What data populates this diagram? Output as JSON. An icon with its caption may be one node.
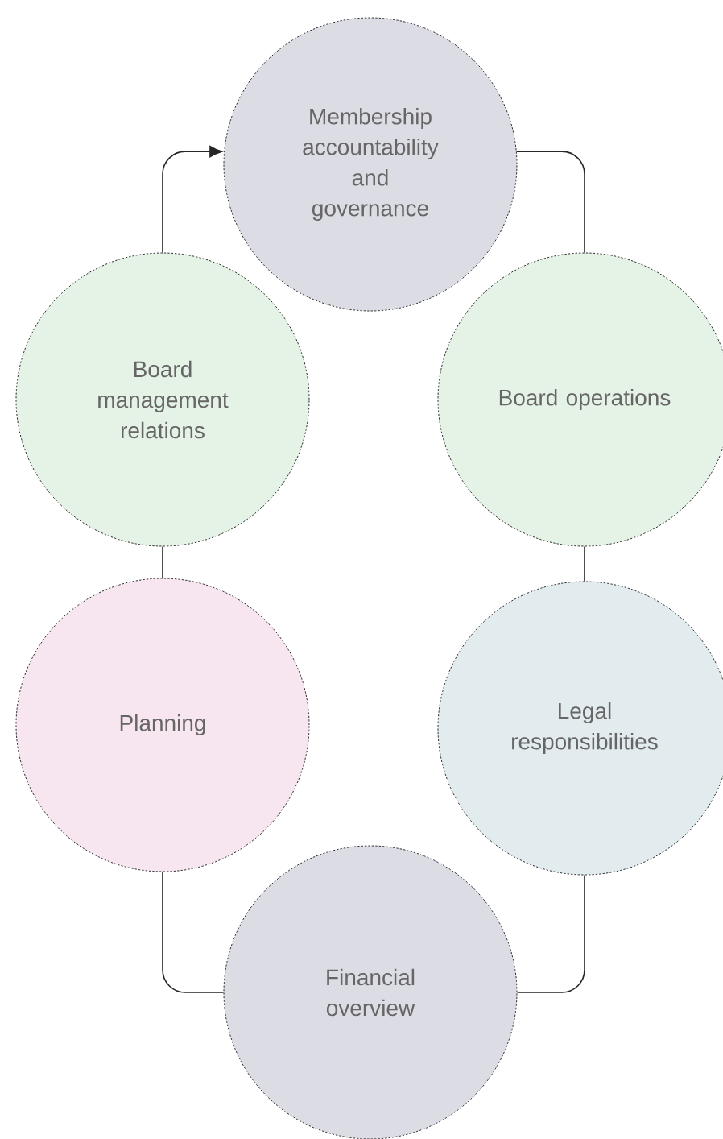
{
  "diagram": {
    "nodes": [
      {
        "text": [
          "Membership accountability and governance"
        ]
      },
      {
        "text": [
          "Board management relations"
        ]
      },
      {
        "text": [
          "Board operations"
        ]
      },
      {
        "text": [
          "Planning"
        ]
      },
      {
        "text": [
          "Legal responsibilities"
        ]
      },
      {
        "text": [
          "Financial overview"
        ]
      }
    ],
    "edges": [
      {
        "from": 0,
        "to": 2,
        "arrow": "none"
      },
      {
        "from": 2,
        "to": 4,
        "arrow": "none"
      },
      {
        "from": 4,
        "to": 5,
        "arrow": "none"
      },
      {
        "from": 5,
        "to": 3,
        "arrow": "none"
      },
      {
        "from": 3,
        "to": 1,
        "arrow": "none"
      },
      {
        "from": 1,
        "to": 0,
        "arrow": "to"
      }
    ]
  }
}
